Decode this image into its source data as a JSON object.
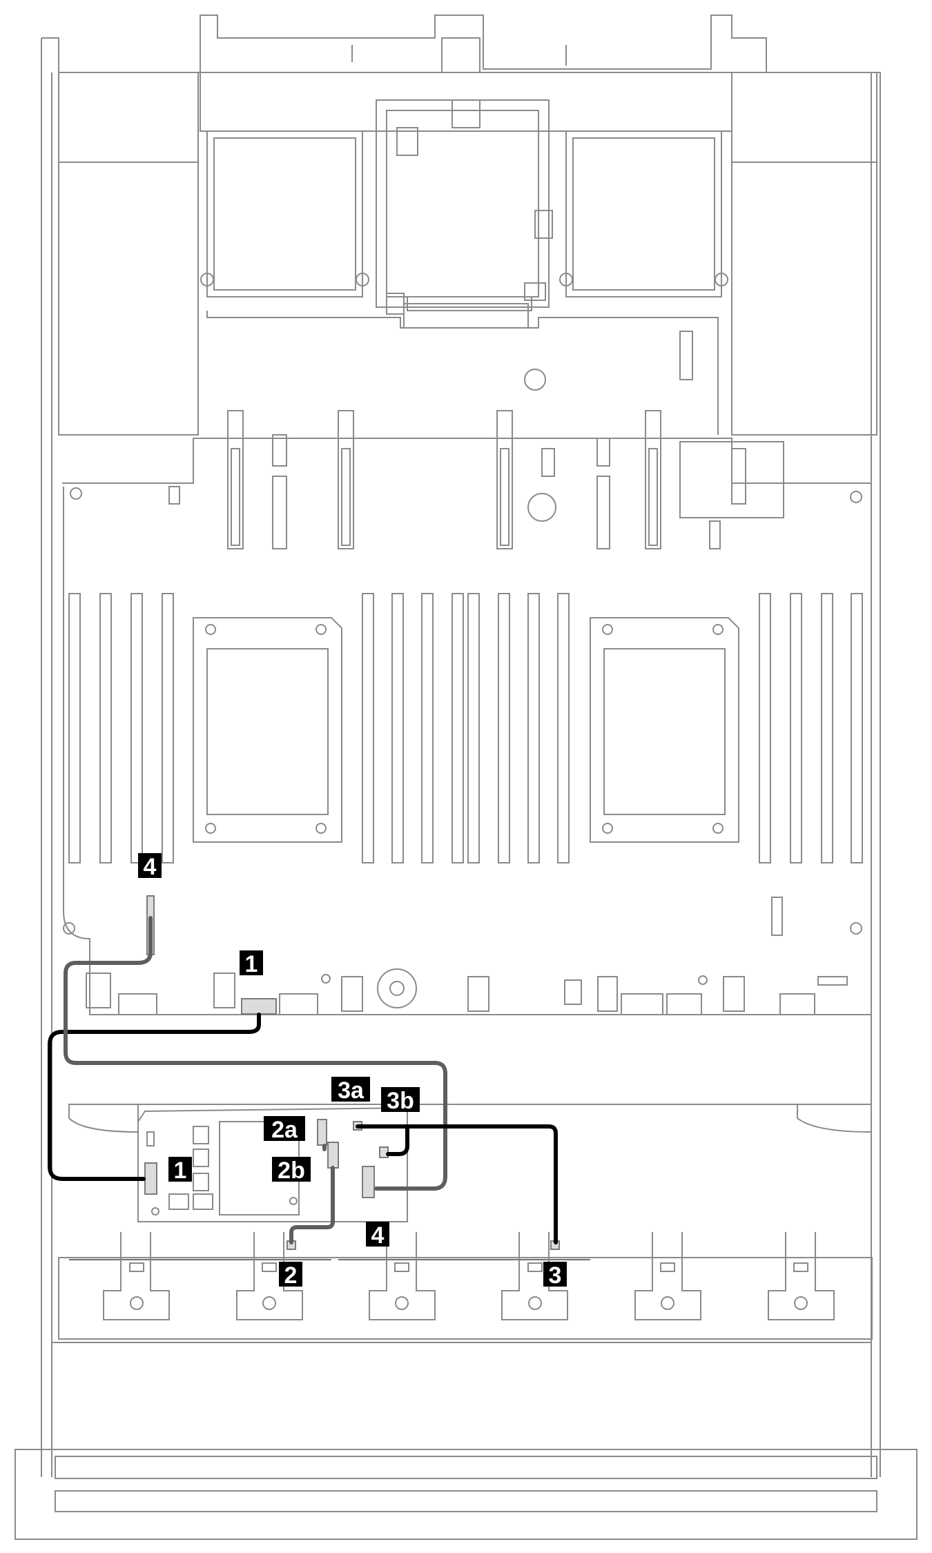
{
  "callouts": [
    {
      "id": "c1-top",
      "text": "1"
    },
    {
      "id": "c1-adapter",
      "text": "1"
    },
    {
      "id": "c2a",
      "text": "2a"
    },
    {
      "id": "c2b",
      "text": "2b"
    },
    {
      "id": "c2",
      "text": "2"
    },
    {
      "id": "c3a",
      "text": "3a"
    },
    {
      "id": "c3b",
      "text": "3b"
    },
    {
      "id": "c3",
      "text": "3"
    },
    {
      "id": "c4-top",
      "text": "4"
    },
    {
      "id": "c4-adapter",
      "text": "4"
    }
  ],
  "colors": {
    "cable_black": "#000000",
    "cable_gray": "#5e5e5e",
    "outline": "#8a8a8a",
    "callout_bg": "#000000",
    "callout_text": "#ffffff"
  }
}
